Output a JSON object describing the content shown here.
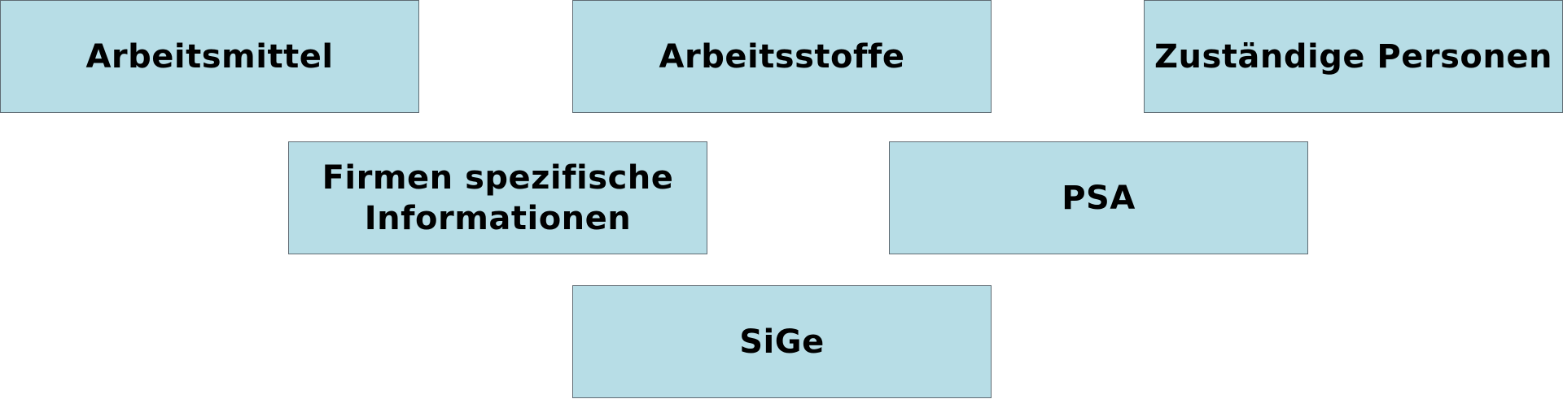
{
  "boxes": {
    "arbeitsmittel": {
      "label": "Arbeitsmittel"
    },
    "arbeitsstoffe": {
      "label": "Arbeitsstoffe"
    },
    "zustaendige_personen": {
      "label": "Zuständige Personen"
    },
    "firmen_spezifische_informationen": {
      "line1": "Firmen spezifische",
      "line2": "Informationen"
    },
    "psa": {
      "label": "PSA"
    },
    "sige": {
      "label": "SiGe"
    }
  },
  "colors": {
    "box_fill": "#b7dde6",
    "box_border": "#5f6b73",
    "text": "#000000",
    "background": "#ffffff"
  }
}
